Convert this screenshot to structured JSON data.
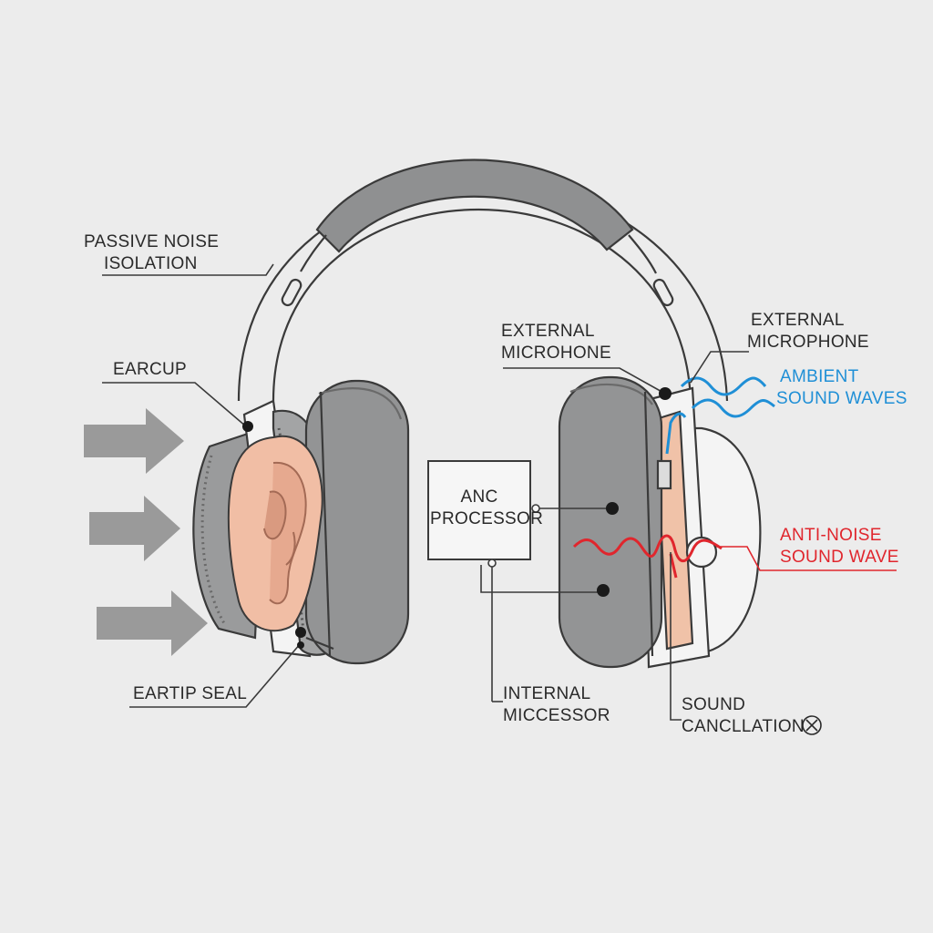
{
  "colors": {
    "background": "#ececec",
    "outline": "#3a3a3a",
    "cushion": "#9a9b9c",
    "headband_pad": "#8f9091",
    "arrow": "#9a9a9a",
    "ear": "#f1bea5",
    "ear_shadow": "#d99a80",
    "ambient_wave": "#1f8fd6",
    "anti_noise_wave": "#e0262d"
  },
  "icons": [
    "arrow-right-icon",
    "ear-icon",
    "cancel-circle-icon"
  ],
  "labels": {
    "passive_noise_isolation": [
      "PASSIVE NOISE",
      "ISOLATION"
    ],
    "earcup": [
      "EARCUP"
    ],
    "eartip_seal": [
      "EARTIP SEAL"
    ],
    "external_microhone": [
      "EXTERNAL",
      "MICROHONE"
    ],
    "external_microphone": [
      "EXTERNAL",
      "MICROPHONE"
    ],
    "ambient_sound_waves": [
      "AMBIENT",
      "SOUND WAVES"
    ],
    "anc_processor": [
      "ANC",
      "PROCESSOR"
    ],
    "anti_noise_sound_wave": [
      "ANTI-NOISE",
      "SOUND WAVE"
    ],
    "internal_miccessor": [
      "INTERNAL",
      "MICCESSOR"
    ],
    "sound_canclation": [
      "SOUND",
      "CANCLLATION"
    ]
  }
}
